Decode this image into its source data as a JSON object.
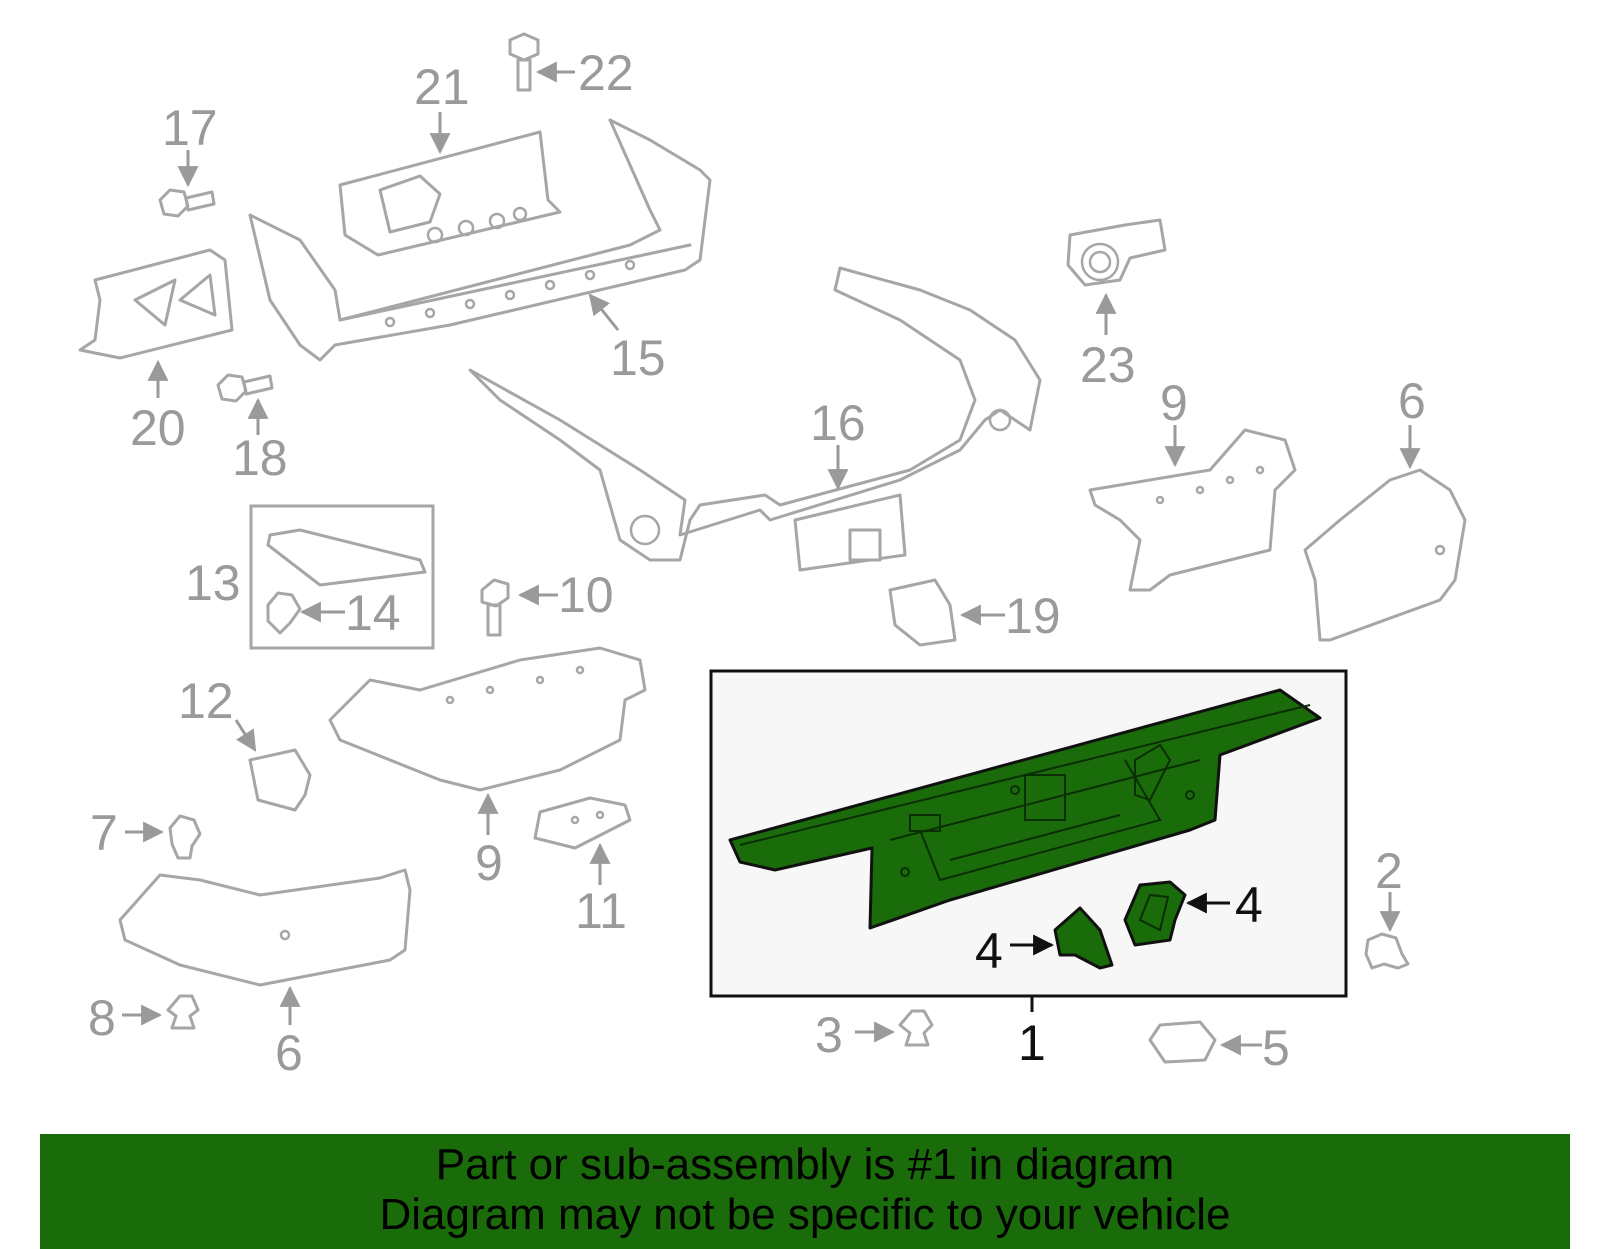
{
  "diagram": {
    "highlight_color": "#1a6b0a",
    "callouts": {
      "c1": "1",
      "c2": "2",
      "c3": "3",
      "c4a": "4",
      "c4b": "4",
      "c5": "5",
      "c6a": "6",
      "c6b": "6",
      "c7": "7",
      "c8": "8",
      "c9a": "9",
      "c9b": "9",
      "c10": "10",
      "c11": "11",
      "c12": "12",
      "c13": "13",
      "c14": "14",
      "c15": "15",
      "c16": "16",
      "c17": "17",
      "c18": "18",
      "c19": "19",
      "c20": "20",
      "c21": "21",
      "c22": "22",
      "c23": "23"
    }
  },
  "banner": {
    "line1": "Part or sub-assembly is #1 in diagram",
    "line2": "Diagram may not be specific to your vehicle"
  }
}
